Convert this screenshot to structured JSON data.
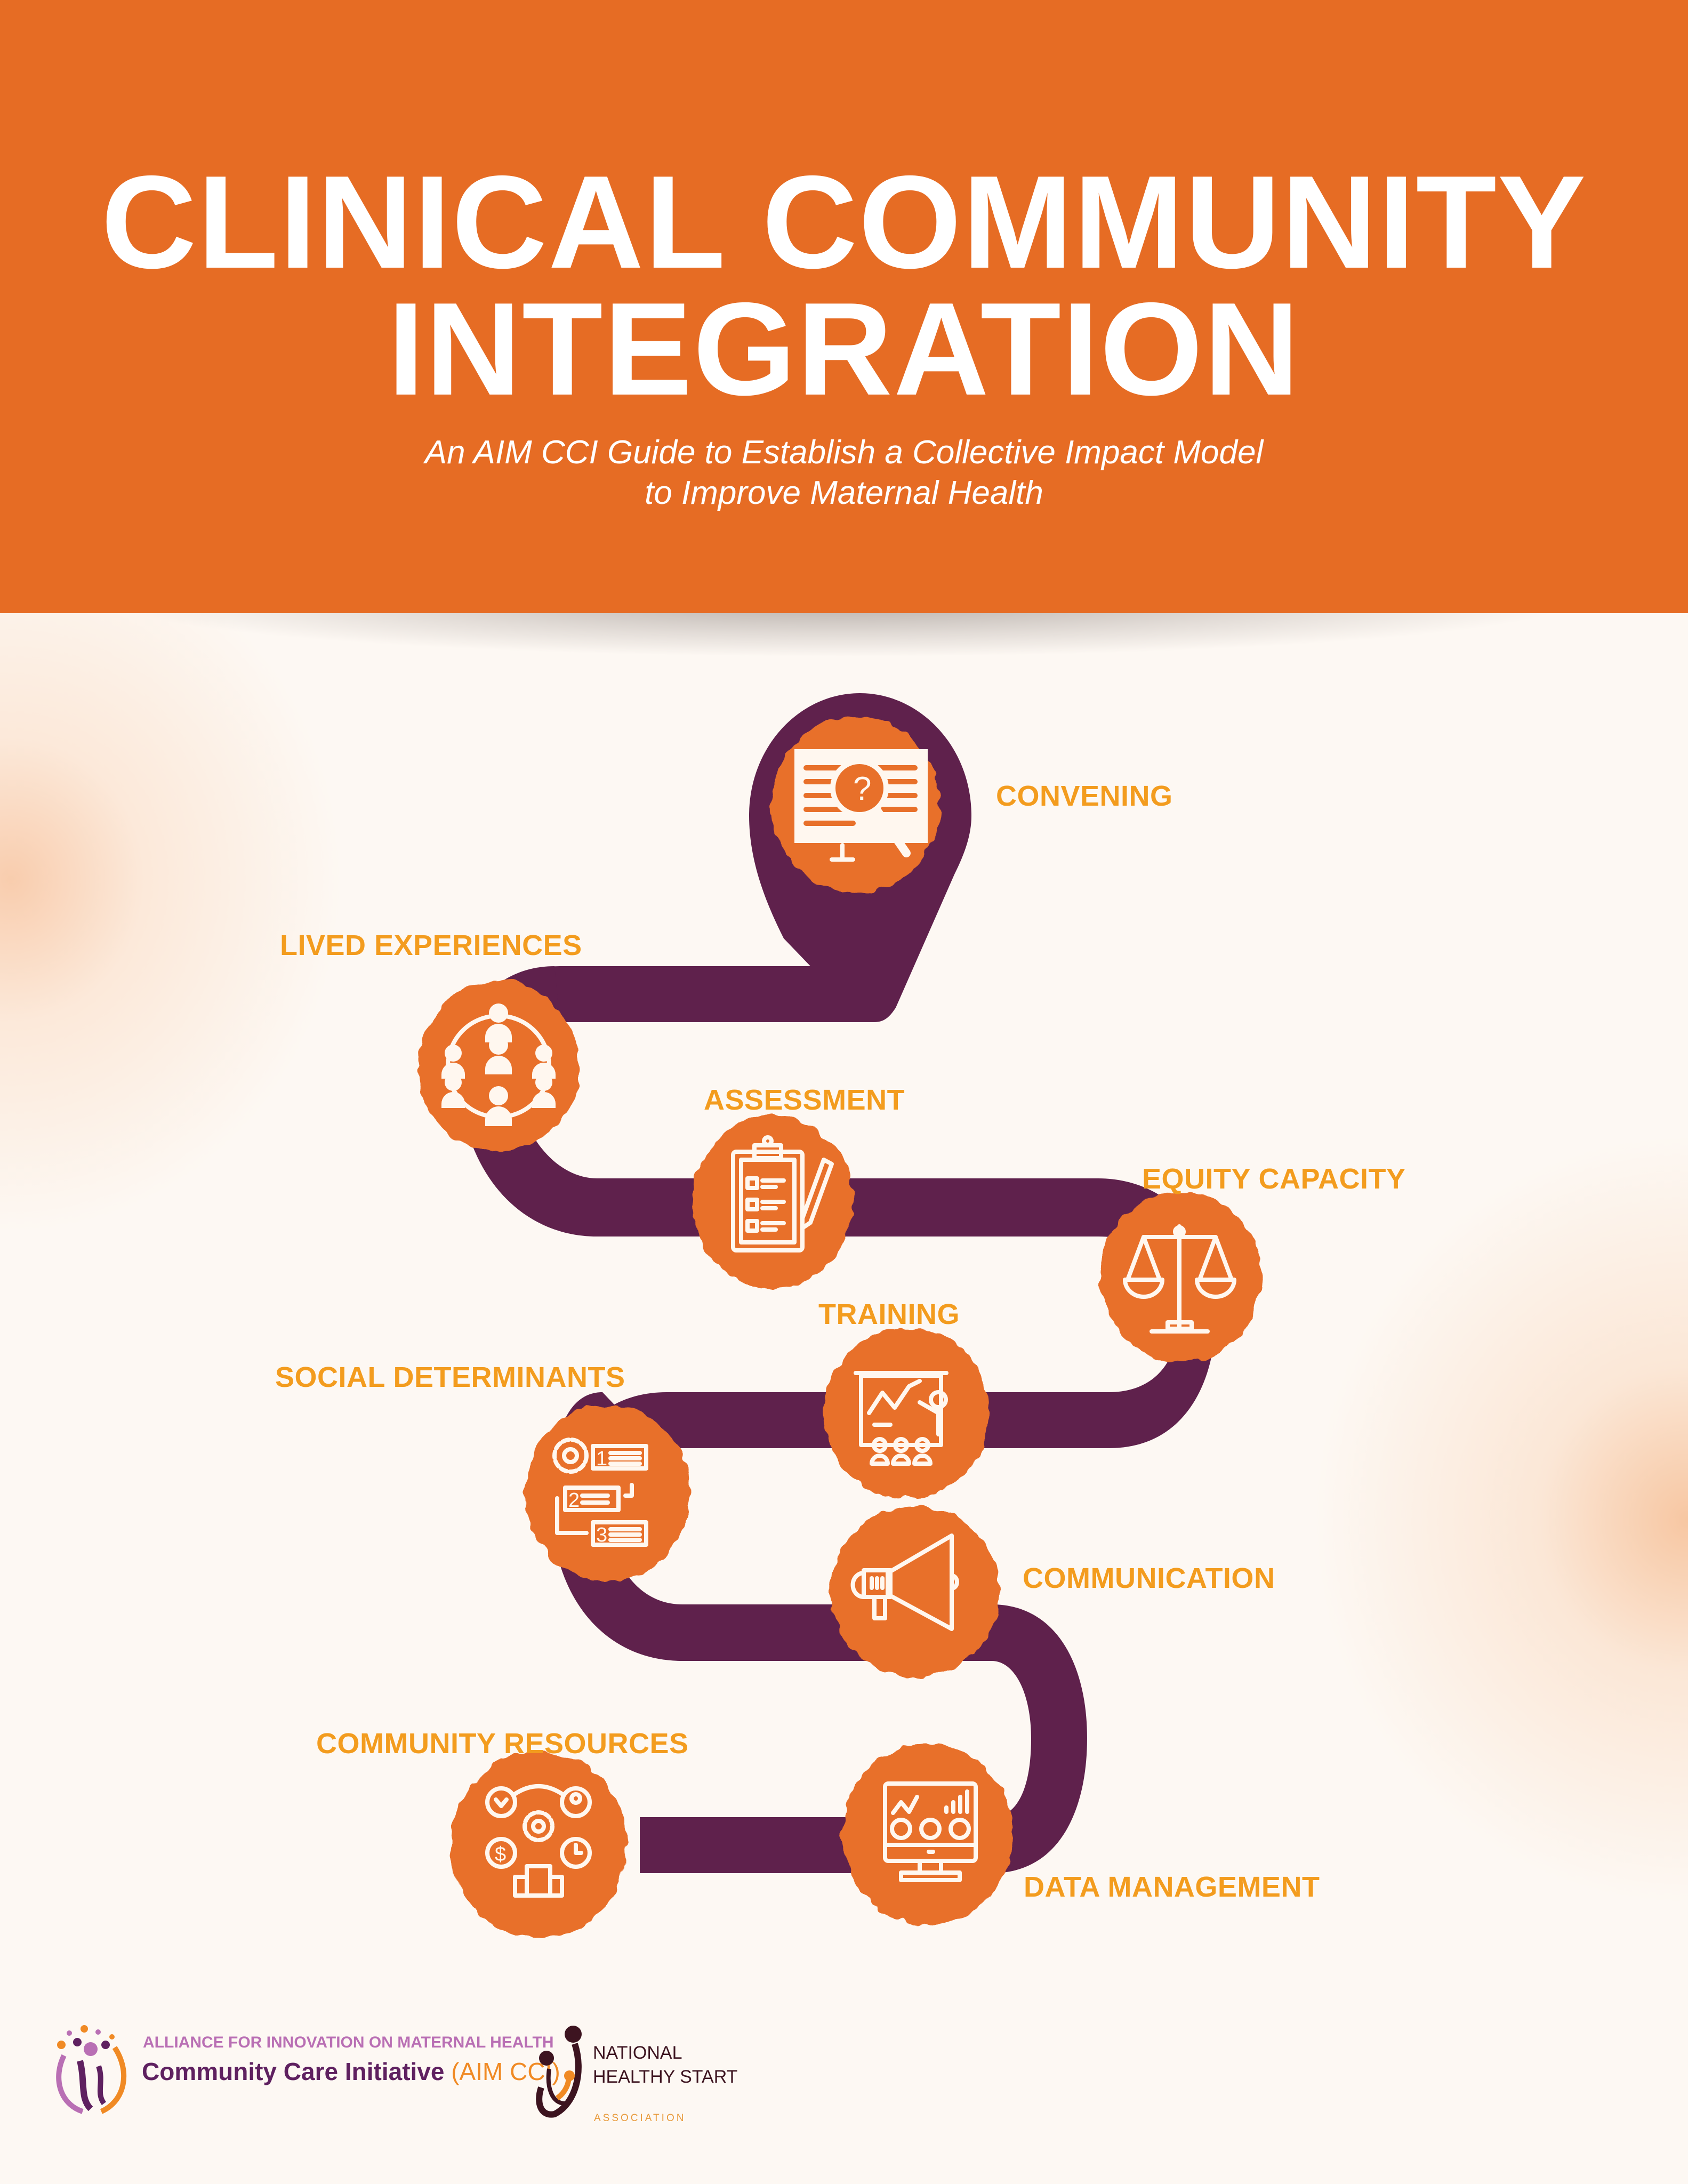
{
  "header": {
    "title_line1": "CLINICAL COMMUNITY",
    "title_line2": "INTEGRATION",
    "subtitle_line1": "An AIM CCI Guide to Establish a Collective Impact Model",
    "subtitle_line2": "to Improve Maternal Health"
  },
  "colors": {
    "header_orange": "#e66c24",
    "path_purple": "#5f214c",
    "step_blob_orange": "#e8702a",
    "label_gold": "#f39c1e",
    "background": "#fdf8f3"
  },
  "steps": [
    {
      "label": "CONVENING",
      "icon": "monitor-magnifier-question-icon"
    },
    {
      "label": "LIVED EXPERIENCES",
      "icon": "people-network-circle-icon"
    },
    {
      "label": "ASSESSMENT",
      "icon": "clipboard-checklist-icon"
    },
    {
      "label": "EQUITY CAPACITY",
      "icon": "balance-scale-icon"
    },
    {
      "label": "TRAINING",
      "icon": "presentation-board-audience-icon"
    },
    {
      "label": "SOCIAL DETERMINANTS",
      "icon": "gear-numbered-process-icon"
    },
    {
      "label": "COMMUNICATION",
      "icon": "megaphone-icon"
    },
    {
      "label": "DATA MANAGEMENT",
      "icon": "monitor-analytics-dashboard-icon"
    },
    {
      "label": "COMMUNITY RESOURCES",
      "icon": "community-services-network-icon"
    }
  ],
  "footer": {
    "aim": {
      "line1": "ALLIANCE FOR INNOVATION ON MATERNAL HEALTH",
      "line2_main": "Community Care Initiative ",
      "line2_accent": "(AIM CCI)"
    },
    "nhsa": {
      "line1": "NATIONAL",
      "line2": "HEALTHY START",
      "line3": "ASSOCIATION"
    }
  }
}
